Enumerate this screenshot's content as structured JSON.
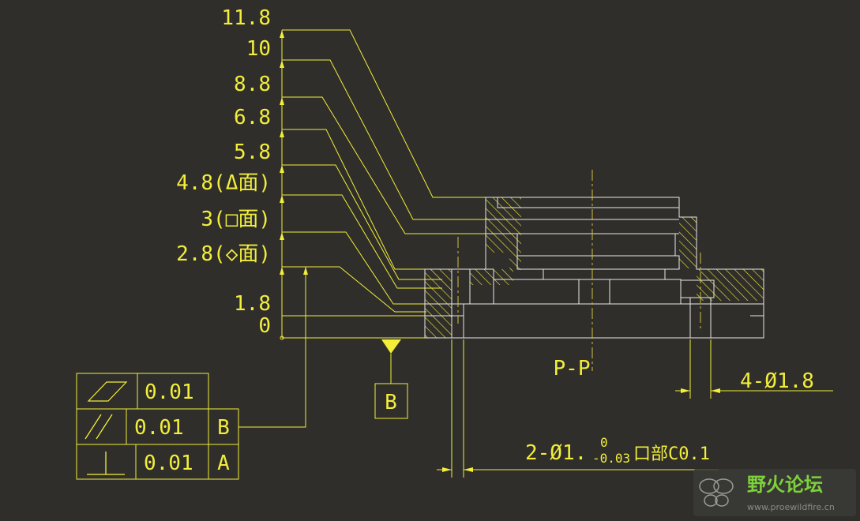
{
  "colors": {
    "background": "#2f2e2b",
    "dimension": "#f2ee3a",
    "outline": "#e8e8e8",
    "centerline": "#d0c040",
    "watermark_green": "#7dd13a"
  },
  "height_labels": [
    "11.8",
    "10",
    "8.8",
    "6.8",
    "5.8",
    "4.8(Δ面)",
    "3(□面)",
    "2.8(◇面)",
    "1.8",
    "0"
  ],
  "section_label": "P-P",
  "datum_b": "B",
  "hole_callout_small": "4-Ø1.8",
  "hole_callout_main": "2-Ø1.",
  "hole_tol_upper": "0",
  "hole_tol_lower": "-0.03",
  "hole_callout_suffix": "口部C0.1",
  "fcf_rows": [
    {
      "symbol": "flatness-icon",
      "value": "0.01",
      "datum": ""
    },
    {
      "symbol": "parallelism-icon",
      "value": "0.01",
      "datum": "B"
    },
    {
      "symbol": "perpendicularity-icon",
      "value": "0.01",
      "datum": "A"
    }
  ],
  "watermark": {
    "title": "野火论坛",
    "url": "www.proewildfire.cn"
  }
}
